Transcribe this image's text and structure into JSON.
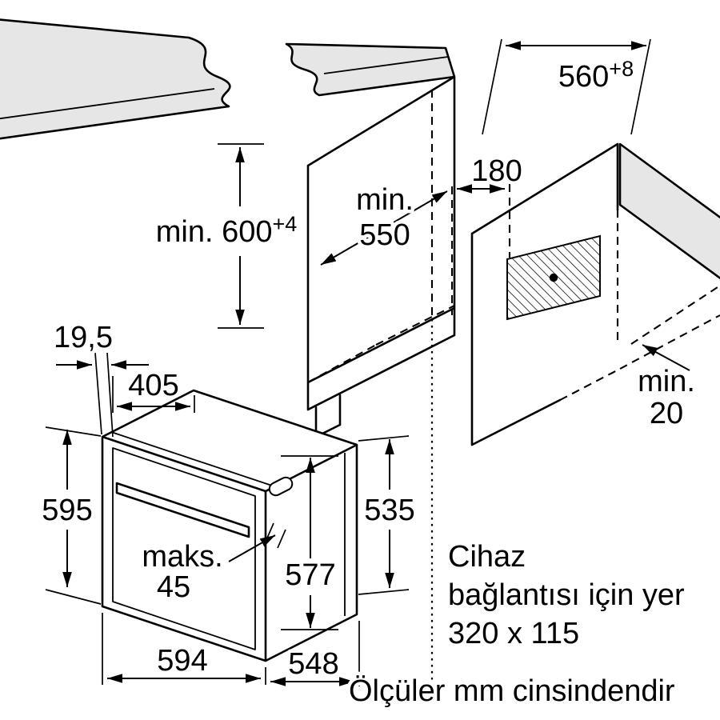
{
  "footer": {
    "units_note": "Ölçüler mm cinsindendir"
  },
  "connection_note": {
    "line1": "Cihaz",
    "line2": "bağlantısı için yer",
    "line3": "320 x 115"
  },
  "dims": {
    "niche_width_top": "560",
    "niche_width_top_tol": "+8",
    "niche_height": "min. 600",
    "niche_height_tol": "+4",
    "niche_depth_l1": "min.",
    "niche_depth_l2": "550",
    "conn_offset": "180",
    "rear_gap_l1": "min.",
    "rear_gap_l2": "20",
    "overhang": "19,5",
    "top_depth": "405",
    "front_height": "595",
    "casing_height": "535",
    "body_height": "577",
    "handle_l1": "maks.",
    "handle_l2": "45",
    "width": "594",
    "depth": "548"
  },
  "colors": {
    "surface": "#e6e6e6",
    "line": "#000000"
  }
}
